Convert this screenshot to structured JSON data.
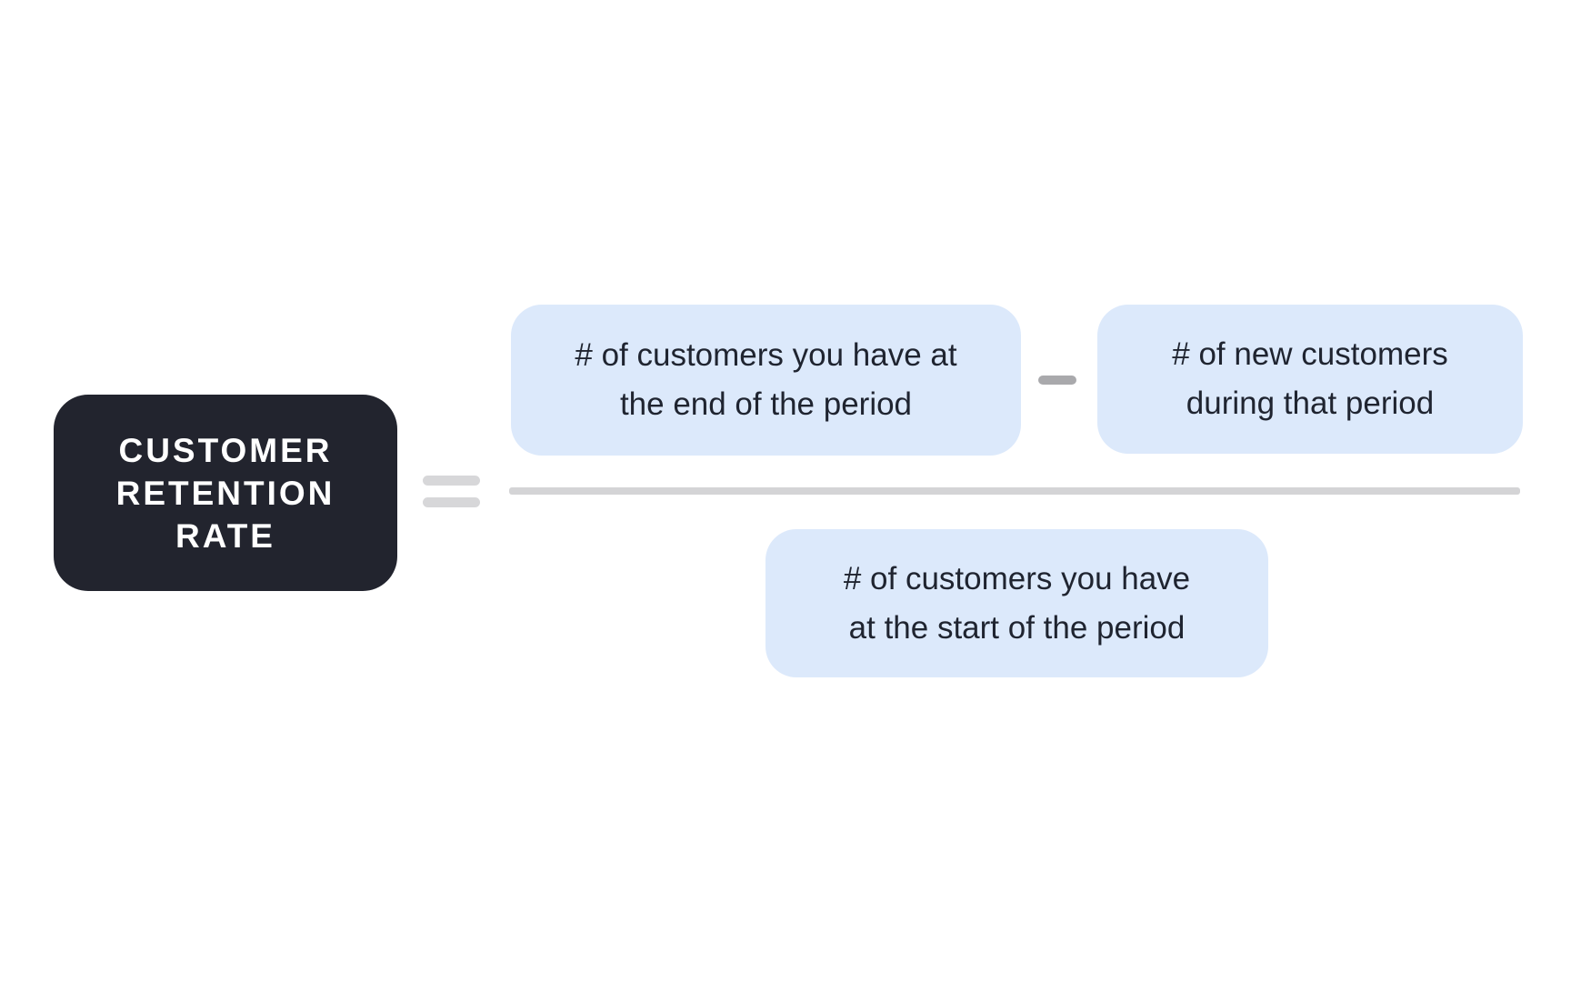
{
  "diagram": {
    "title": "Customer Retention Rate formula",
    "metric": {
      "label": "CUSTOMER\nRETENTION\nRATE"
    },
    "operators": {
      "equals_icon": "equals",
      "minus_icon": "minus",
      "fraction_divider_icon": "horizontal-bar"
    },
    "numerator": {
      "minuend": "# of customers you have at\nthe end of the period",
      "subtrahend": "# of new customers\nduring that period"
    },
    "denominator": "# of customers you have\nat the start of the period",
    "colors": {
      "background": "#FFFFFF",
      "metric_box_bg": "#22242E",
      "metric_box_text": "#FFFFFF",
      "term_box_bg": "#DCE9FB",
      "term_box_text": "#1F2430",
      "equals_bar": "#D7D7D9",
      "minus_bar": "#A9A9AC",
      "fraction_line": "#D4D4D6"
    }
  }
}
